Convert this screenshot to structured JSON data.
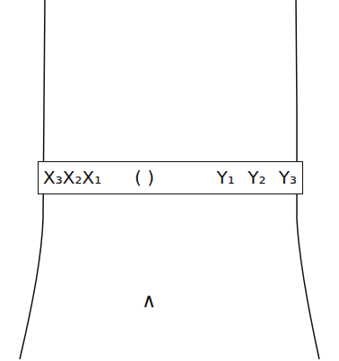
{
  "diagram": {
    "nodes": [
      {
        "text": [
          "X₃X₂X₁",
          "( )",
          "Y₁ Y₂ Y₃"
        ]
      }
    ],
    "labels": [
      "∧"
    ]
  }
}
